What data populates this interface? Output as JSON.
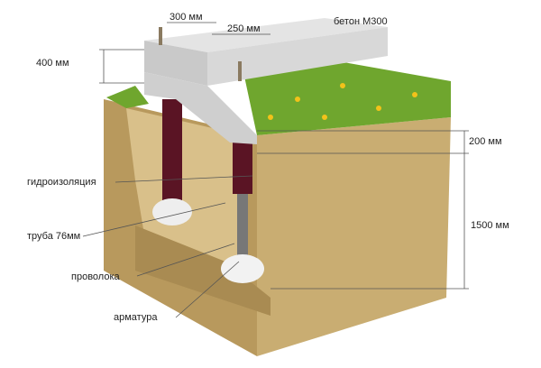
{
  "labels": {
    "width_300": "300 мм",
    "width_250": "250 мм",
    "concrete": "бетон М300",
    "height_400": "400 мм",
    "depth_200": "200 мм",
    "waterproofing": "гидроизоляция",
    "pipe": "труба 76мм",
    "depth_1500": "1500 мм",
    "wire": "проволока",
    "rebar": "арматура"
  },
  "colors": {
    "soil": "#c9ad72",
    "soil_dark": "#9c7f48",
    "grass": "#6fa62e",
    "concrete": "#d6d6d6",
    "pipe": "#5a1424"
  }
}
